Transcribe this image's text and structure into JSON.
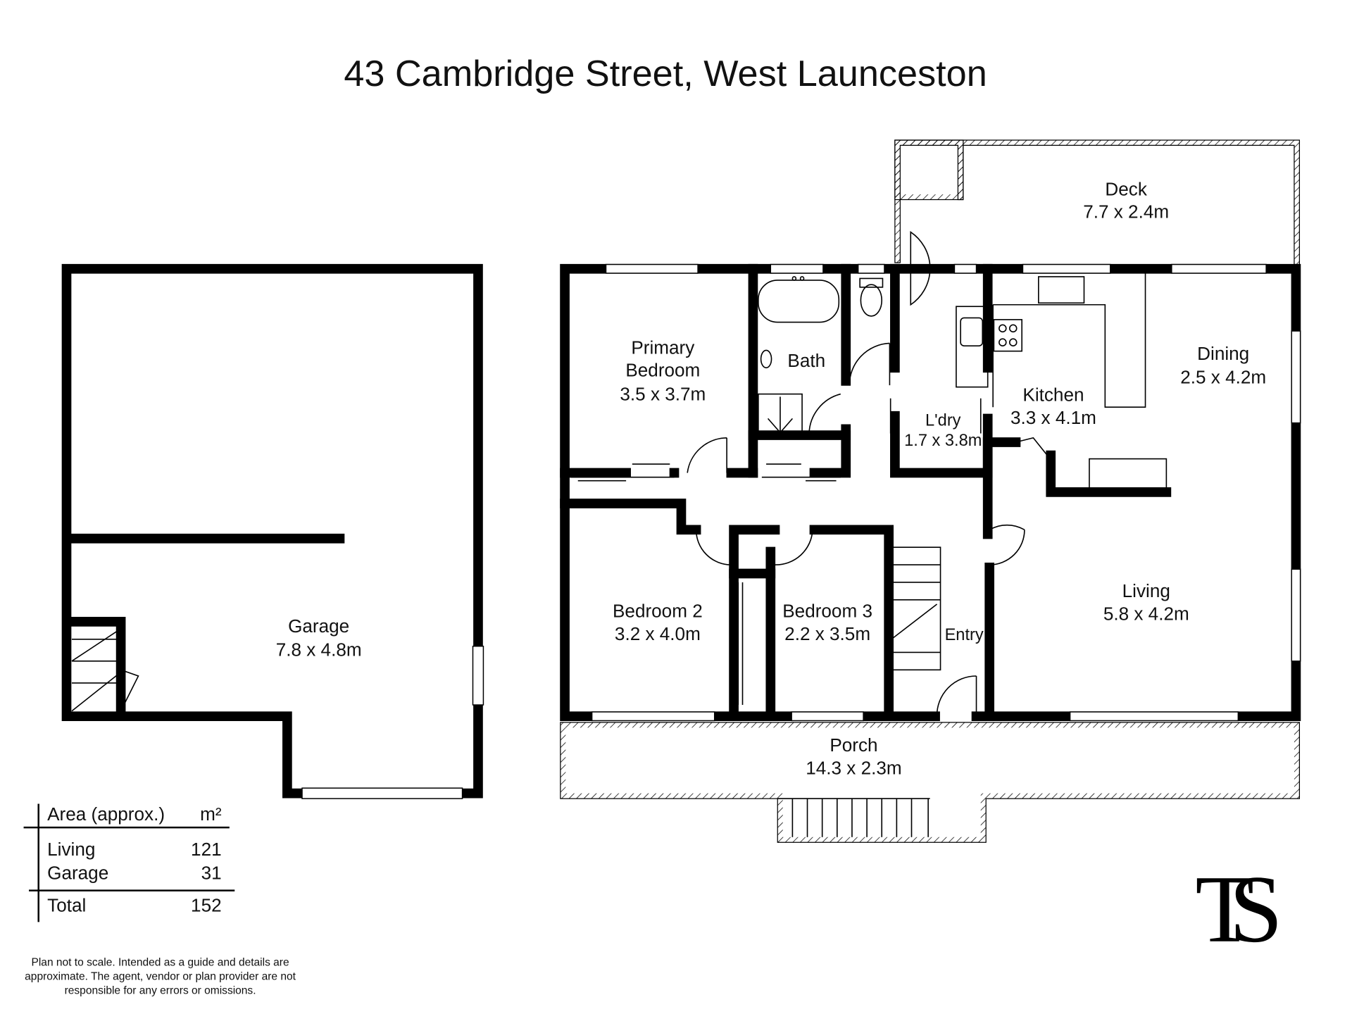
{
  "title": "43 Cambridge Street, West Launceston",
  "rooms": {
    "deck": {
      "name": "Deck",
      "size": "7.7 x 2.4m"
    },
    "primary": {
      "name1": "Primary",
      "name2": "Bedroom",
      "size": "3.5 x 3.7m"
    },
    "bath": {
      "name": "Bath"
    },
    "laundry": {
      "name": "L'dry",
      "size": "1.7 x 3.8m"
    },
    "kitchen": {
      "name": "Kitchen",
      "size": "3.3 x 4.1m"
    },
    "dining": {
      "name": "Dining",
      "size": "2.5 x 4.2m"
    },
    "bed2": {
      "name": "Bedroom 2",
      "size": "3.2 x 4.0m"
    },
    "bed3": {
      "name": "Bedroom 3",
      "size": "2.2 x 3.5m"
    },
    "entry": {
      "name": "Entry"
    },
    "living": {
      "name": "Living",
      "size": "5.8 x 4.2m"
    },
    "porch": {
      "name": "Porch",
      "size": "14.3 x 2.3m"
    },
    "garage": {
      "name": "Garage",
      "size": "7.8 x 4.8m"
    }
  },
  "area_table": {
    "header": "Area (approx.)",
    "unit": "m²",
    "rows": [
      {
        "label": "Living",
        "value": "121"
      },
      {
        "label": "Garage",
        "value": "31"
      }
    ],
    "total_label": "Total",
    "total_value": "152"
  },
  "disclaimer": [
    "Plan not to scale. Intended as a guide and details are",
    "approximate. The agent, vendor or plan provider are not",
    "responsible for any errors or omissions."
  ],
  "logo": "TS"
}
